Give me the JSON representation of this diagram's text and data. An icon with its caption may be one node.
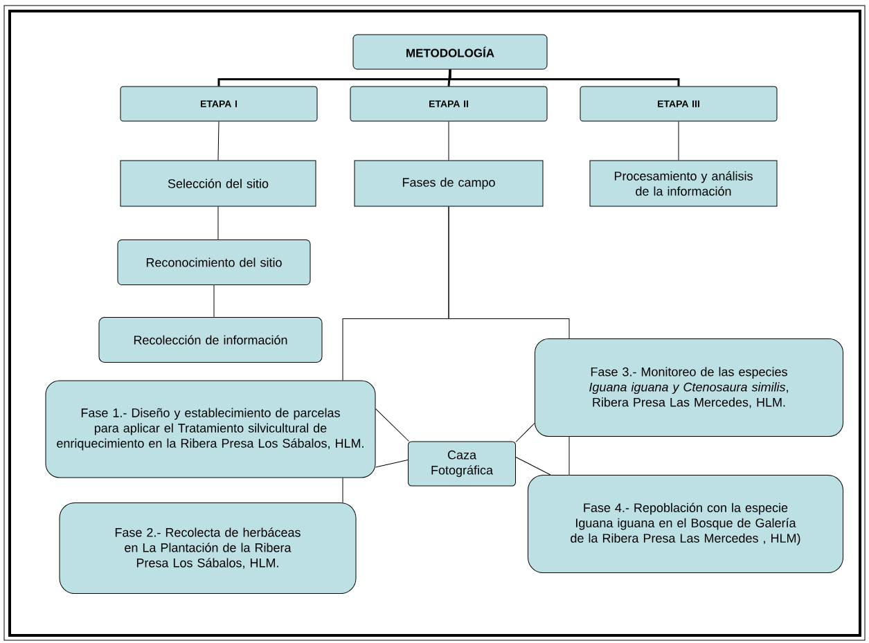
{
  "diagram": {
    "nodes": [
      {
        "text": [
          "METODOLOGÍA"
        ]
      },
      {
        "text": [
          "ETAPA I"
        ]
      },
      {
        "text": [
          "ETAPA II"
        ]
      },
      {
        "text": [
          "ETAPA III"
        ]
      },
      {
        "text": [
          "Selección del sitio"
        ]
      },
      {
        "text": [
          "Fases de campo"
        ]
      },
      {
        "text": [
          "Procesamiento y análisis de la información"
        ]
      },
      {
        "text": [
          "Reconocimiento del sitio"
        ]
      },
      {
        "text": [
          "Recolección de información"
        ]
      },
      {
        "text": [
          "Fase 1.- Diseño y establecimiento de parcelas para aplicar el Tratamiento silvicultural de enriquecimiento en la Ribera Presa Los Sábalos, HLM."
        ]
      },
      {
        "text": [
          "Fase 2.- Recolecta de herbáceas en La Plantación de la Ribera Presa Los Sábalos, HLM."
        ]
      },
      {
        "text": [
          "Caza Fotográfica"
        ]
      },
      {
        "text": [
          "Fase 3.- Monitoreo de las especies *Iguana iguana y Ctenosaura similis*, Ribera Presa Las Mercedes, HLM."
        ]
      },
      {
        "text": [
          "Fase 4.- Repoblación con la especie Iguana iguana en el Bosque de Galería de la Ribera Presa Las Mercedes , HLM)"
        ]
      }
    ],
    "edges": [
      {
        "from": 0,
        "to": 1,
        "arrow": "none",
        "style": "thick"
      },
      {
        "from": 0,
        "to": 2,
        "arrow": "none",
        "style": "thick"
      },
      {
        "from": 0,
        "to": 3,
        "arrow": "none",
        "style": "thick"
      },
      {
        "from": 1,
        "to": 4,
        "arrow": "none"
      },
      {
        "from": 2,
        "to": 5,
        "arrow": "none"
      },
      {
        "from": 3,
        "to": 6,
        "arrow": "none"
      },
      {
        "from": 4,
        "to": 7,
        "arrow": "none"
      },
      {
        "from": 7,
        "to": 8,
        "arrow": "none"
      },
      {
        "from": 5,
        "to": 9,
        "arrow": "none"
      },
      {
        "from": 9,
        "to": 10,
        "arrow": "none"
      },
      {
        "from": 5,
        "to": 12,
        "arrow": "none"
      },
      {
        "from": 12,
        "to": 13,
        "arrow": "none"
      },
      {
        "from": 9,
        "to": 11,
        "arrow": "none"
      },
      {
        "from": 9,
        "to": 11,
        "arrow": "none"
      },
      {
        "from": 11,
        "to": 12,
        "arrow": "none"
      },
      {
        "from": 11,
        "to": 13,
        "arrow": "none"
      }
    ]
  }
}
